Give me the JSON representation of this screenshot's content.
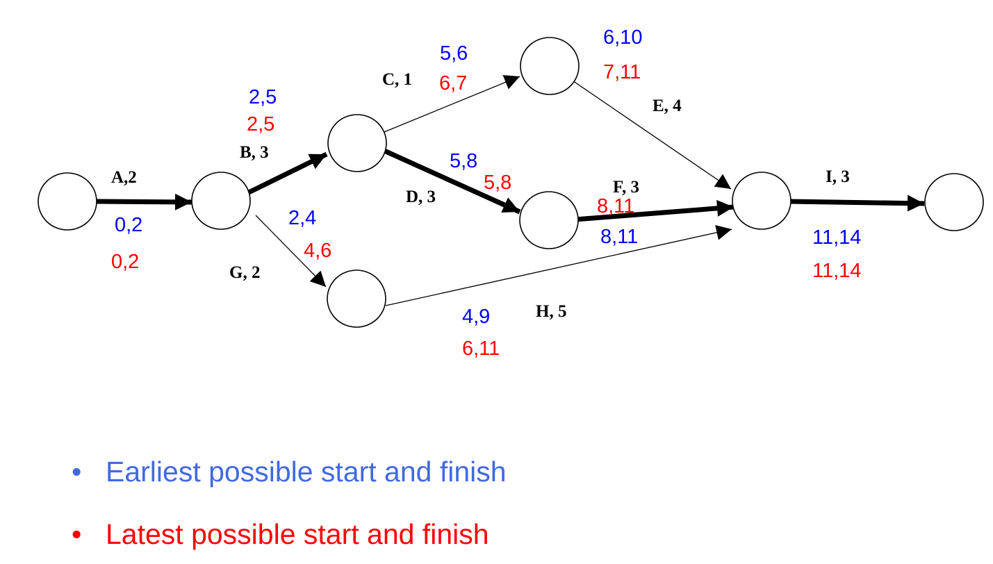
{
  "colors": {
    "earliest": "#0000ff",
    "latest": "#ff0000",
    "legend_earliest": "#4169e1",
    "legend_latest": "#ff0000",
    "line": "#000000"
  },
  "network": {
    "nodes": [
      "n1",
      "n2",
      "n3",
      "n4",
      "n5",
      "n6",
      "n7",
      "n8"
    ],
    "activities": [
      {
        "id": "A",
        "label": "A,2",
        "from": "n1",
        "to": "n2",
        "critical": true,
        "earliest": "0,2",
        "latest": "0,2"
      },
      {
        "id": "B",
        "label": "B, 3",
        "from": "n2",
        "to": "n3",
        "critical": true,
        "earliest": "2,5",
        "latest": "2,5"
      },
      {
        "id": "C",
        "label": "C, 1",
        "from": "n3",
        "to": "n4",
        "critical": false,
        "earliest": "5,6",
        "latest": "6,7"
      },
      {
        "id": "D",
        "label": "D, 3",
        "from": "n3",
        "to": "n5",
        "critical": true,
        "earliest": "5,8",
        "latest": "5,8"
      },
      {
        "id": "E",
        "label": "E, 4",
        "from": "n4",
        "to": "n7",
        "critical": false,
        "earliest": "6,10",
        "latest": "7,11"
      },
      {
        "id": "F",
        "label": "F, 3",
        "from": "n5",
        "to": "n7",
        "critical": true,
        "earliest": "8,11",
        "latest": "8,11"
      },
      {
        "id": "G",
        "label": "G, 2",
        "from": "n2",
        "to": "n6",
        "critical": false,
        "earliest": "2,4",
        "latest": "4,6"
      },
      {
        "id": "H",
        "label": "H, 5",
        "from": "n6",
        "to": "n7",
        "critical": false,
        "earliest": "4,9",
        "latest": "6,11"
      },
      {
        "id": "I",
        "label": "I, 3",
        "from": "n7",
        "to": "n8",
        "critical": true,
        "earliest": "11,14",
        "latest": "11,14"
      }
    ]
  },
  "legend": {
    "bullet": "•",
    "earliest_text": "Earliest possible start and finish",
    "latest_text": "Latest possible start and finish"
  }
}
